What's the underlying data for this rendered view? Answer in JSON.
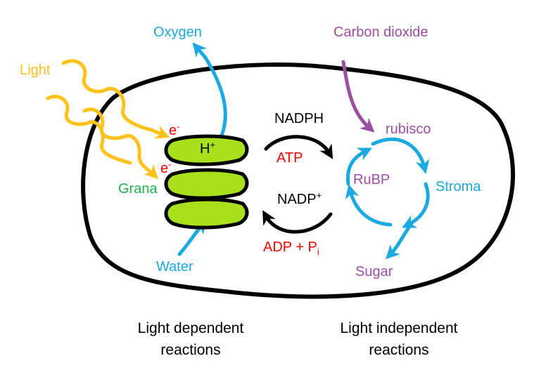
{
  "colors": {
    "light": "#ffc21a",
    "oxygen_water": "#1aa9e0",
    "carbon_rubisco": "#9b4fa3",
    "grana": "#22b14c",
    "thylakoid_fill": "#a8e01c",
    "atp_adp": "#ff0000",
    "outline": "#000000"
  },
  "labels": {
    "light": "Light",
    "oxygen": "Oxygen",
    "carbon_dioxide": "Carbon dioxide",
    "electron_1": "e",
    "electron_1_sup": "-",
    "electron_2": "e",
    "electron_2_sup": "-",
    "proton": "H",
    "proton_sup": "+",
    "grana": "Grana",
    "water": "Water",
    "nadph": "NADPH",
    "atp": "ATP",
    "nadp": "NADP",
    "nadp_sup": "+",
    "adp": "ADP + P",
    "adp_sub": "i",
    "rubisco": "rubisco",
    "rubp": "RuBP",
    "stroma": "Stroma",
    "sugar": "Sugar"
  },
  "captions": {
    "light_dependent_line1": "Light dependent",
    "light_dependent_line2": "reactions",
    "light_independent_line1": "Light independent",
    "light_independent_line2": "reactions"
  }
}
